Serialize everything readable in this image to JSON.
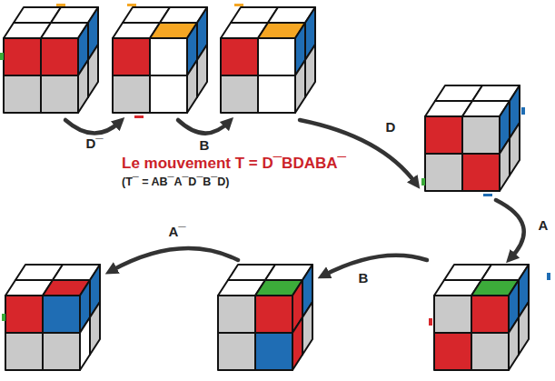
{
  "diagram": {
    "title": "Le mouvement T = D¯BDABA¯",
    "labels": [
      "(T¯ = AB¯A¯D¯B¯D)",
      "D¯",
      "B",
      "D",
      "A",
      "B",
      "A¯"
    ]
  }
}
